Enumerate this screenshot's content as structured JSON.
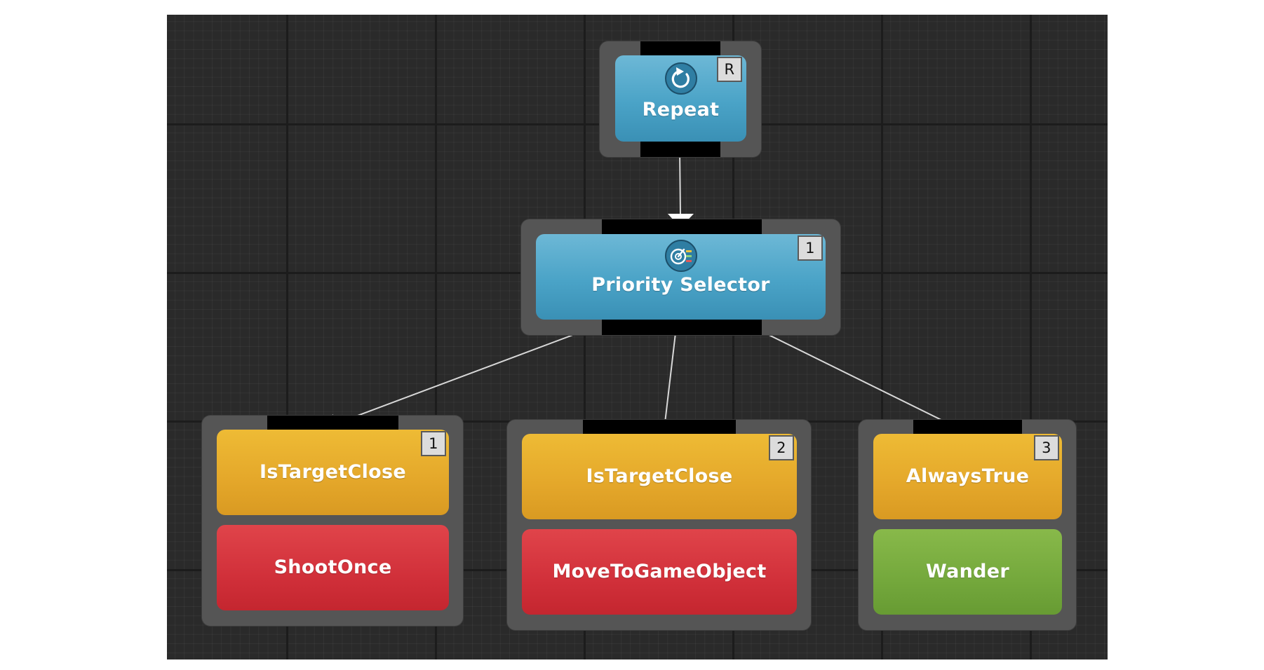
{
  "repeat": {
    "title": "Repeat",
    "badge": "R",
    "icon": "repeat-icon",
    "color": "#4aa3c7"
  },
  "priority": {
    "title": "Priority Selector",
    "badge": "1",
    "icon": "priority-selector-icon",
    "color": "#4aa3c7"
  },
  "branches": [
    {
      "badge": "1",
      "condition": "IsTargetClose",
      "action": "ShootOnce",
      "condition_color": "#e4a72a",
      "action_color": "#d1303a"
    },
    {
      "badge": "2",
      "condition": "IsTargetClose",
      "action": "MoveToGameObject",
      "condition_color": "#e4a72a",
      "action_color": "#d1303a"
    },
    {
      "badge": "3",
      "condition": "AlwaysTrue",
      "action": "Wander",
      "condition_color": "#e4a72a",
      "action_color": "#74a83c"
    }
  ]
}
